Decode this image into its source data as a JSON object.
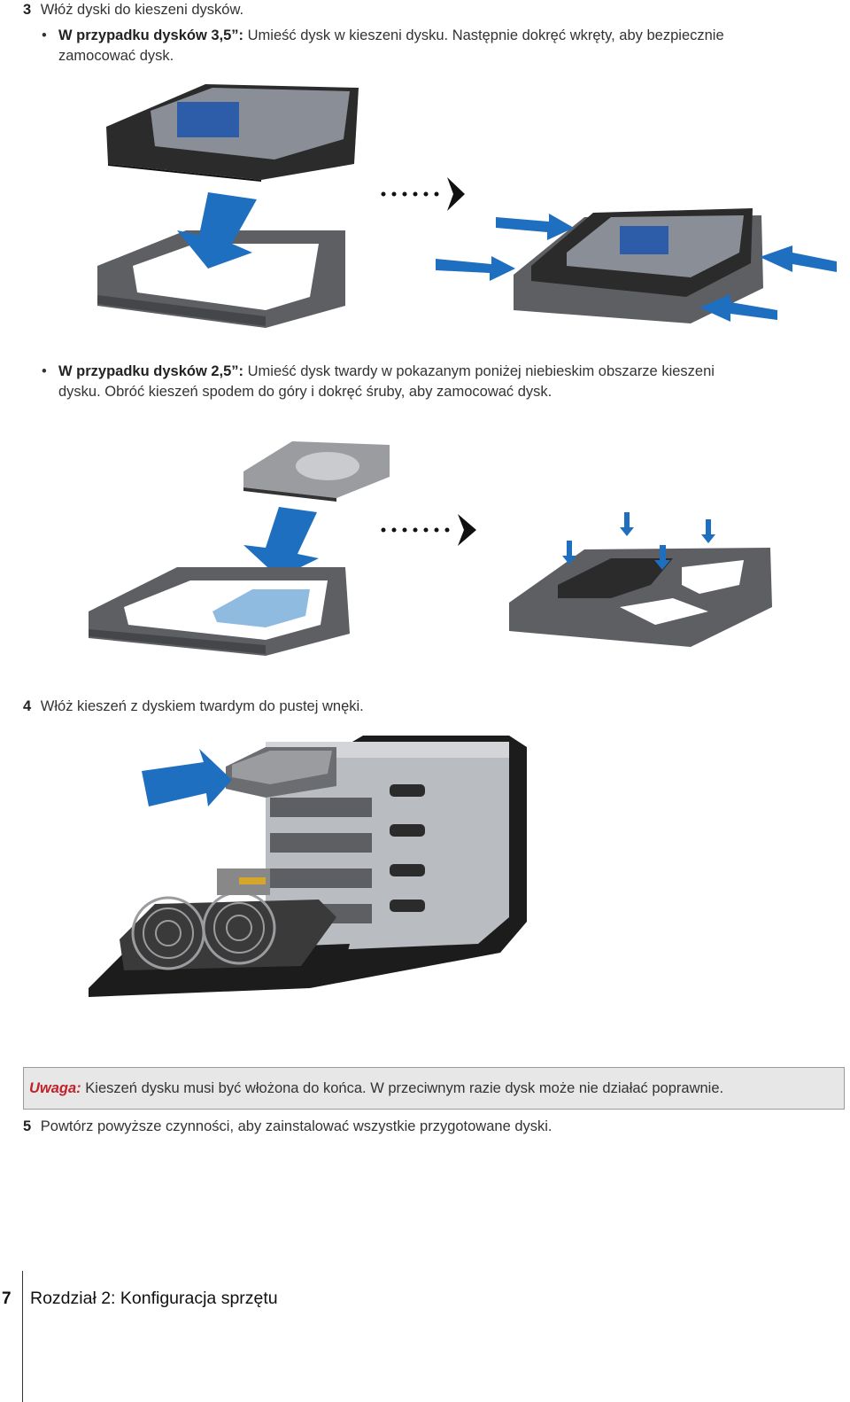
{
  "step3": {
    "number": "3",
    "text": "Włóż dyski do kieszeni dysków.",
    "bullet1": {
      "bold": "W przypadku dysków 3,5”:",
      "line1": "Umieść dysk w kieszeni dysku. Następnie dokręć wkręty, aby bezpiecznie",
      "line2": "zamocować dysk."
    },
    "bullet2": {
      "bold": "W przypadku dysków 2,5”:",
      "line1": "Umieść dysk twardy w pokazanym poniżej niebieskim obszarze kieszeni",
      "line2": "dysku. Obróć kieszeń spodem do góry i dokręć śruby, aby zamocować dysk."
    }
  },
  "step4": {
    "number": "4",
    "text": "Włóż kieszeń z dyskiem twardym do pustej wnęki."
  },
  "note": {
    "label": "Uwaga:",
    "text": "Kieszeń dysku musi być włożona do końca. W przeciwnym razie dysk może nie działać poprawnie."
  },
  "step5": {
    "number": "5",
    "text": "Powtórz powyższe czynności, aby zainstalować wszystkie przygotowane dyski."
  },
  "footer": {
    "page_number": "7",
    "chapter_title": "Rozdział 2: Konfiguracja sprzętu"
  },
  "colors": {
    "arrow_blue": "#1f6fc0",
    "tray_gray": "#5d5f63",
    "drive_dark": "#2b2b2b",
    "note_label": "#c0212a"
  },
  "icons": {
    "sequence_arrow": "dotted-arrow-right-icon",
    "insert_arrow": "blue-arrow-icon"
  }
}
